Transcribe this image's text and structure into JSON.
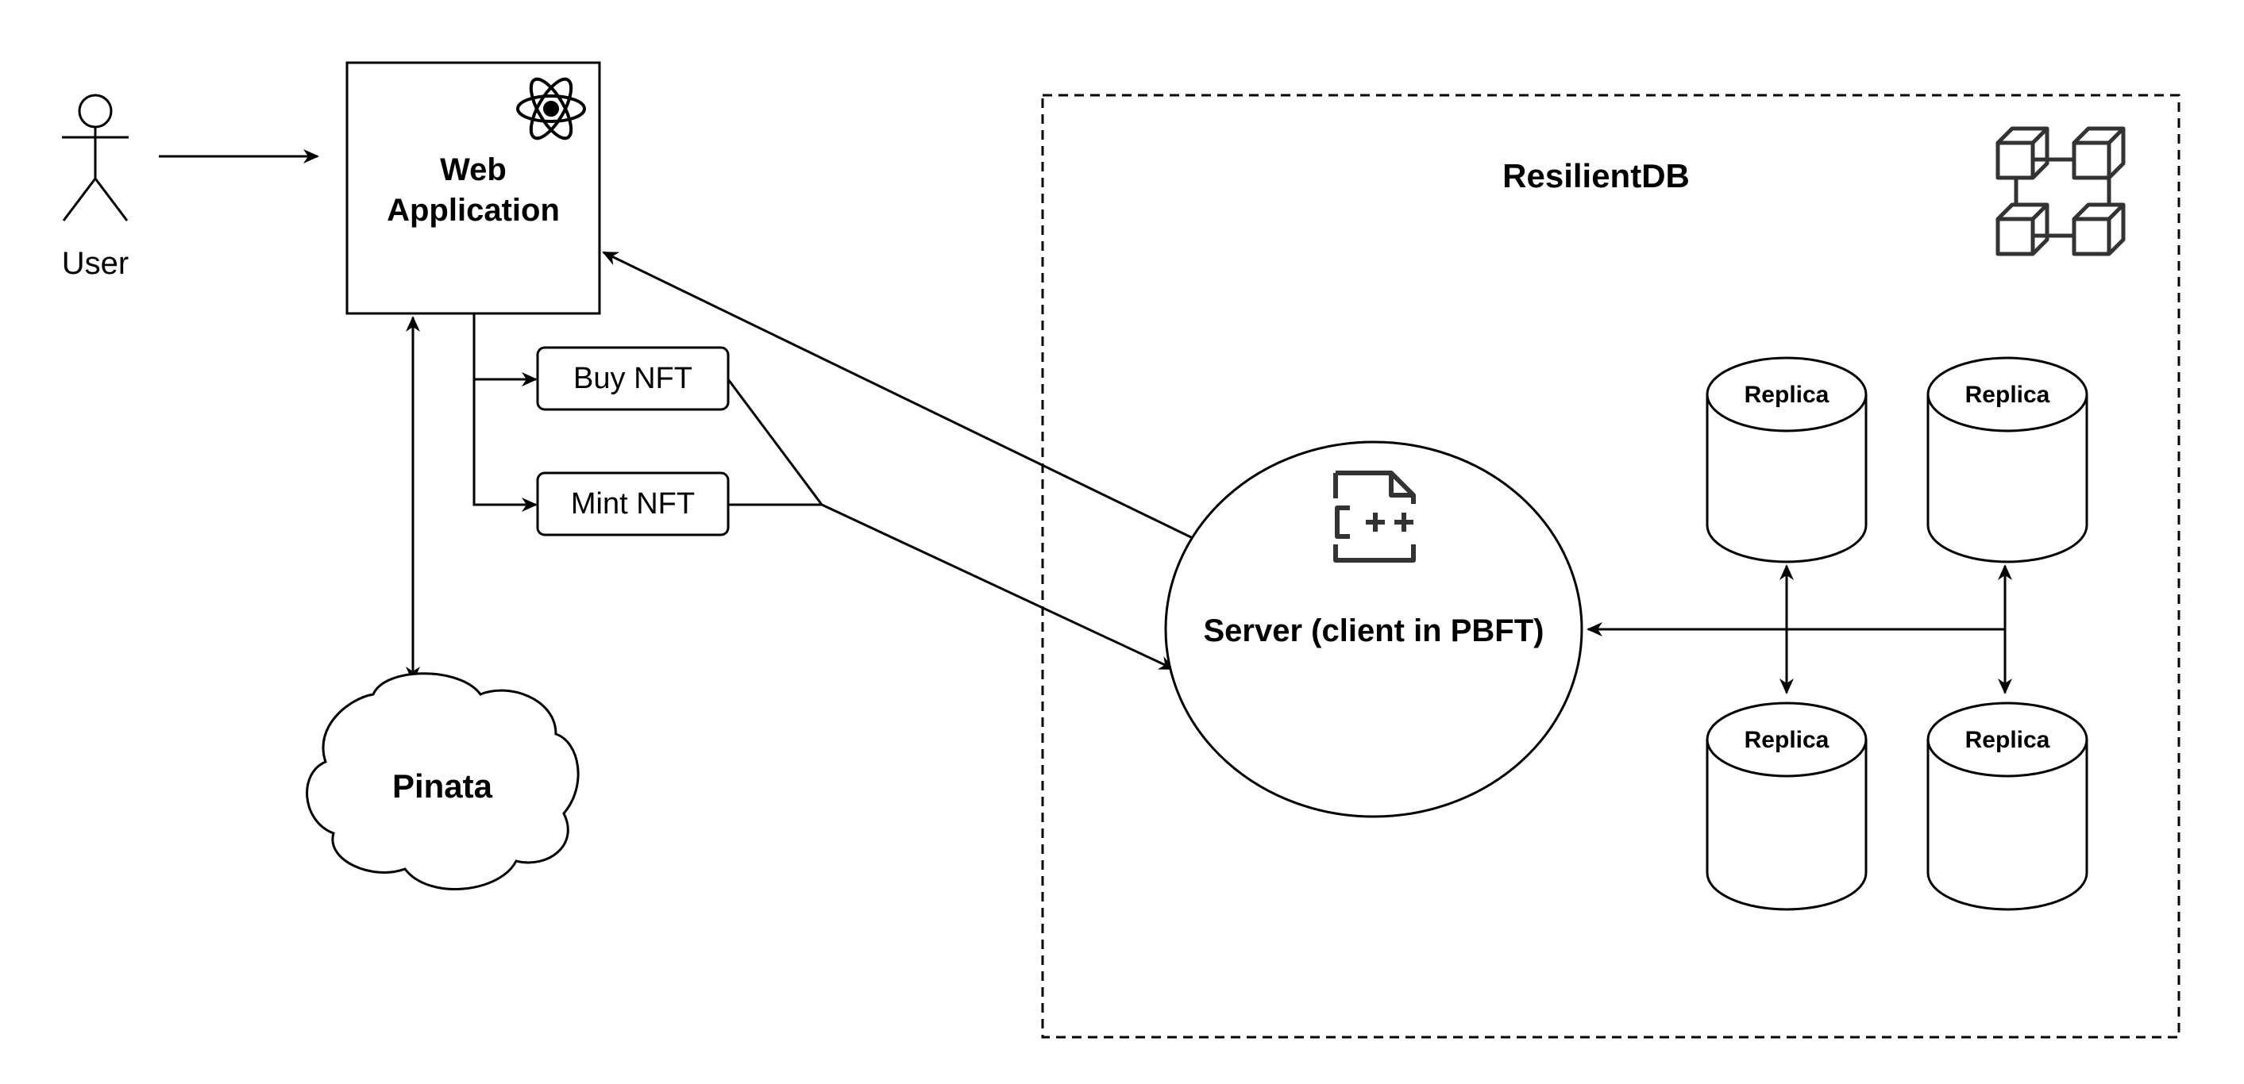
{
  "user": {
    "label": "User"
  },
  "web_app": {
    "line1": "Web",
    "line2": "Application",
    "icon": "react-icon"
  },
  "actions": {
    "buy": "Buy NFT",
    "mint": "Mint NFT"
  },
  "pinata": {
    "label": "Pinata"
  },
  "resilientdb": {
    "label": "ResilientDB",
    "icon": "blockchain-icon"
  },
  "server": {
    "label": "Server (client in PBFT)",
    "icon": "cpp-file-icon"
  },
  "replicas": [
    {
      "label": "Replica"
    },
    {
      "label": "Replica"
    },
    {
      "label": "Replica"
    },
    {
      "label": "Replica"
    }
  ],
  "colors": {
    "stroke": "#000000",
    "background": "#ffffff",
    "icon": "#333333"
  }
}
